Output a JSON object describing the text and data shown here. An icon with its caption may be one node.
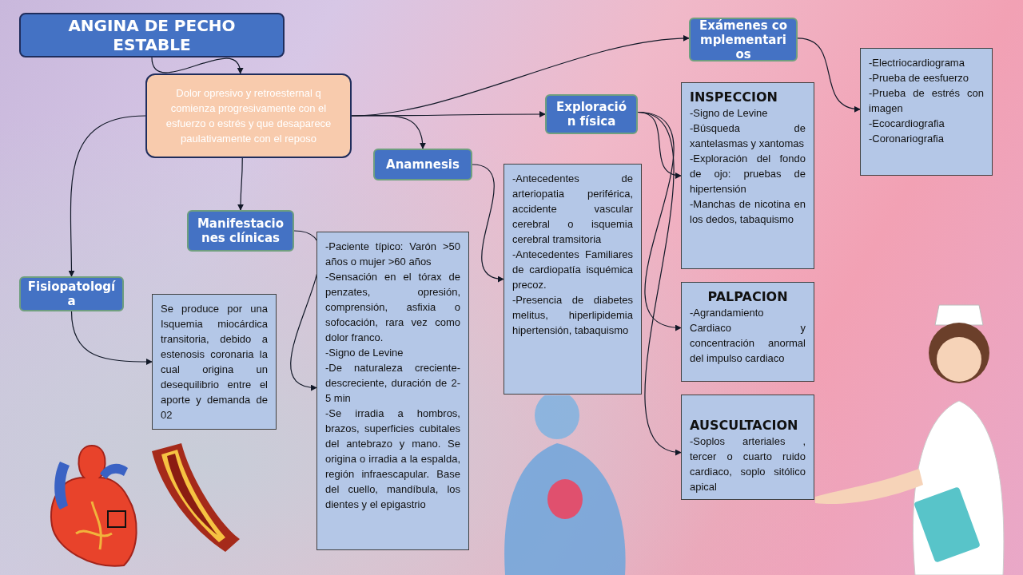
{
  "diagram": {
    "nodes": [
      {
        "text": [
          "ANGINA DE PECHO ESTABLE"
        ]
      },
      {
        "text": [
          "Dolor opresivo y retroesternal q comienza progresivamente con el esfuerzo o estrés y que desaparece paulativamente con el reposo"
        ]
      },
      {
        "text": [
          "Exámenes complementarios"
        ]
      },
      {
        "text": [
          "Exploración física"
        ]
      },
      {
        "text": [
          "Anamnesis"
        ]
      },
      {
        "text": [
          "Manifestaciones clínicas"
        ]
      },
      {
        "text": [
          "Fisiopatología"
        ]
      },
      {
        "text": [
          "-Electriocardiograma",
          "-Prueba de eesfuerzo",
          "-Prueba de estrés con imagen",
          "-Ecocardiografia",
          "-Coronariografia"
        ]
      },
      {
        "text": [
          "INSPECCION",
          "-Signo de Levine",
          "-Búsqueda de xantelasmas y xantomas",
          "-Exploración del fondo de ojo: pruebas de hipertensión",
          "-Manchas de nicotina en los dedos, tabaquismo"
        ]
      },
      {
        "text": [
          "PALPACION",
          "-Agrandamiento Cardiaco y concentración anormal del impulso cardiaco"
        ]
      },
      {
        "text": [
          "AUSCULTACION",
          "-Soplos arteriales , tercer o cuarto ruido cardiaco, soplo sitólico apical"
        ]
      },
      {
        "text": [
          "-Antecedentes de arteriopatia periférica, accidente vascular cerebral o isquemia cerebral tramsitoria",
          "-Antecedentes Familiares de cardiopatía isquémica precoz.",
          "-Presencia de diabetes melitus, hiperlipidemia hipertensión, tabaquismo"
        ]
      },
      {
        "text": [
          "-Paciente típico: Varón >50 años o mujer >60 años",
          "-Sensación en el tórax de penzates, opresión, comprensión, asfixia o sofocación, rara vez como dolor franco.",
          "-Signo de Levine",
          "-De naturaleza creciente-descreciente, duración de 2-5 min",
          "-Se irradia a hombros, brazos, superficies cubitales del antebrazo y mano. Se origina o irradia a la espalda, región infraescapular. Base del cuello, mandíbula, los dientes y el epigastrio"
        ]
      },
      {
        "text": [
          "Se produce por una Isquemia miocárdica transitoria, debido a estenosis coronaria la cual origina un desequilibrio entre el aporte y demanda de 02"
        ]
      }
    ],
    "edges": [
      {
        "from": 0,
        "to": 1,
        "arrow": "to"
      },
      {
        "from": 1,
        "to": 2,
        "arrow": "to"
      },
      {
        "from": 1,
        "to": 3,
        "arrow": "to"
      },
      {
        "from": 1,
        "to": 4,
        "arrow": "to"
      },
      {
        "from": 1,
        "to": 5,
        "arrow": "to"
      },
      {
        "from": 1,
        "to": 6,
        "arrow": "to"
      },
      {
        "from": 2,
        "to": 7,
        "arrow": "to"
      },
      {
        "from": 3,
        "to": 8,
        "arrow": "to"
      },
      {
        "from": 3,
        "to": 9,
        "arrow": "to"
      },
      {
        "from": 3,
        "to": 10,
        "arrow": "to"
      },
      {
        "from": 4,
        "to": 11,
        "arrow": "to"
      },
      {
        "from": 5,
        "to": 12,
        "arrow": "to"
      },
      {
        "from": 6,
        "to": 13,
        "arrow": "to"
      }
    ]
  }
}
